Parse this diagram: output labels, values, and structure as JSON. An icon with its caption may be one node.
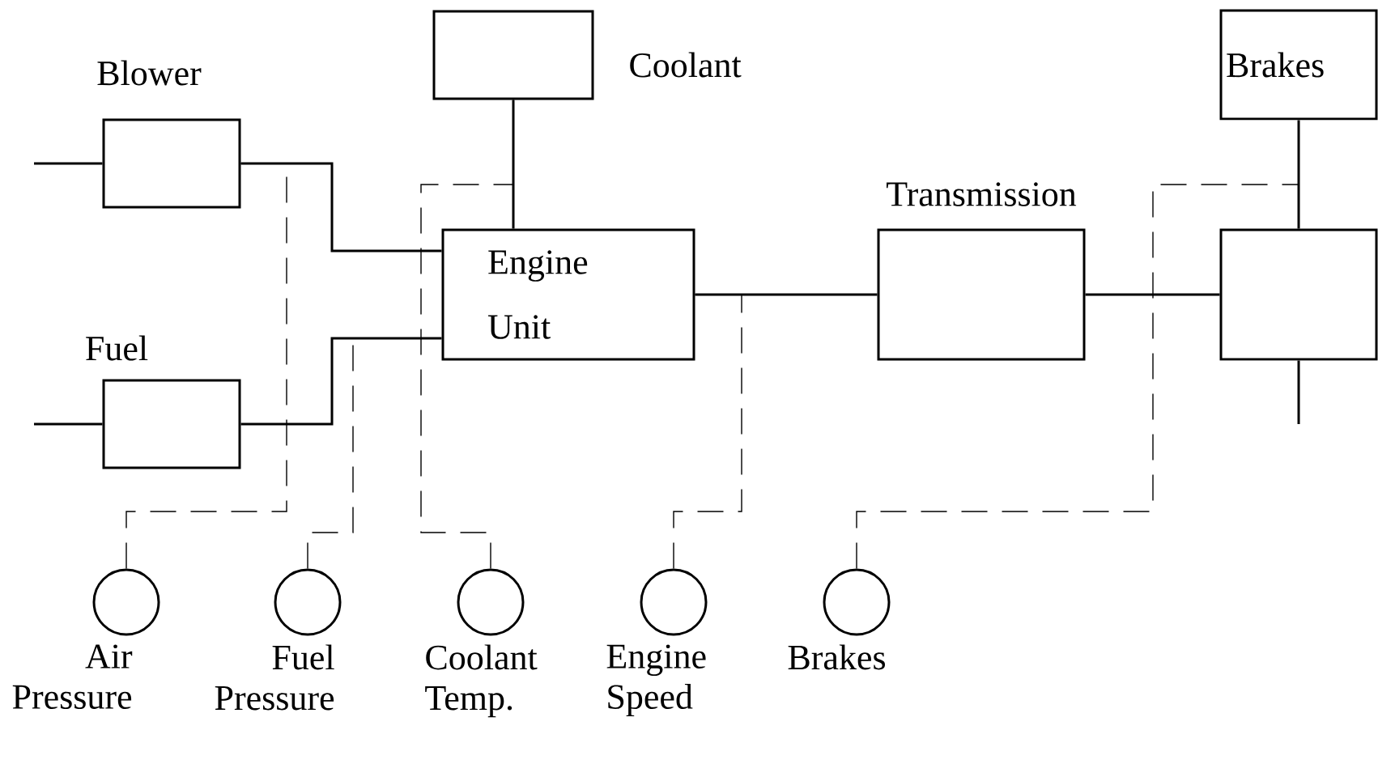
{
  "diagram": {
    "nodes": [
      {
        "text": [
          "Blower"
        ]
      },
      {
        "text": [
          "Coolant"
        ]
      },
      {
        "text": [
          "Brakes"
        ]
      },
      {
        "text": [
          "Engine Unit"
        ]
      },
      {
        "text": [
          "Fuel"
        ]
      },
      {
        "text": [
          "Transmission"
        ]
      },
      {
        "text": [],
        "shape": "box"
      },
      {
        "text": [],
        "shape": "circle",
        "beside": [
          "Air Pressure"
        ]
      },
      {
        "text": [],
        "shape": "circle",
        "beside": [
          "Fuel Pressure"
        ]
      },
      {
        "text": [],
        "shape": "circle",
        "beside": [
          "Coolant Temp."
        ]
      },
      {
        "text": [],
        "shape": "circle",
        "beside": [
          "Engine Speed"
        ]
      },
      {
        "text": [],
        "shape": "circle",
        "beside": [
          "Brakes"
        ]
      }
    ],
    "edges": [
      {
        "from": 0,
        "to": 3,
        "arrow": "none"
      },
      {
        "from": 4,
        "to": 3,
        "arrow": "none"
      },
      {
        "from": 1,
        "to": 3,
        "arrow": "none"
      },
      {
        "from": 3,
        "to": 5,
        "arrow": "none"
      },
      {
        "from": 5,
        "to": 6,
        "arrow": "none"
      },
      {
        "from": 2,
        "to": 6,
        "arrow": "none"
      },
      {
        "from": null,
        "to": 0,
        "arrow": "none"
      },
      {
        "from": null,
        "to": 4,
        "arrow": "none"
      },
      {
        "from": 6,
        "to": null,
        "arrow": "none"
      },
      {
        "from": 7,
        "to": 0,
        "arrow": "none",
        "style": "dashed"
      },
      {
        "from": 8,
        "to": 4,
        "arrow": "none",
        "style": "dashed"
      },
      {
        "from": 9,
        "to": 1,
        "arrow": "none",
        "style": "dashed"
      },
      {
        "from": 10,
        "to": 3,
        "arrow": "none",
        "style": "dashed"
      },
      {
        "from": 11,
        "to": 2,
        "arrow": "none",
        "style": "dashed"
      }
    ]
  }
}
